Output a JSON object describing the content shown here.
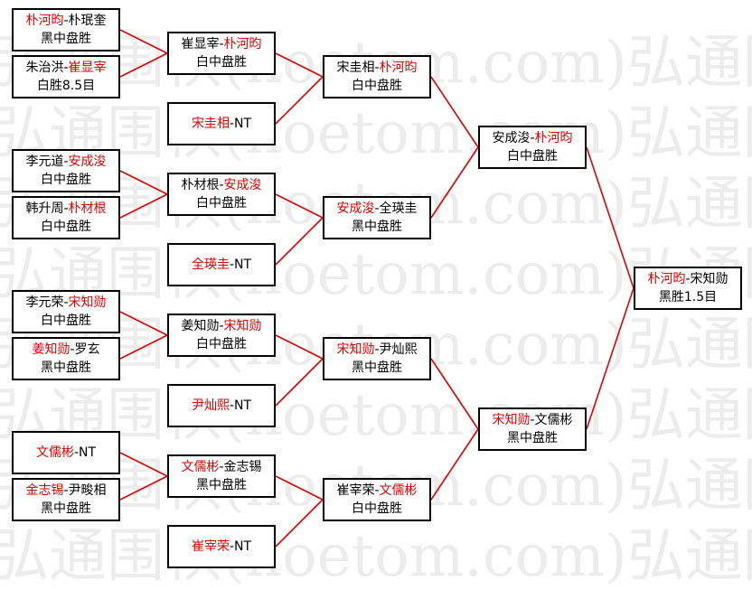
{
  "watermark": "弘通围棋(hoetom.com)弘通围棋(hoetom.com)弘通围棋",
  "matches": [
    {
      "p1": "朴河昀",
      "p2": "朴珉奎",
      "win": 1,
      "res": "黑中盘胜"
    },
    {
      "p1": "朱治洪",
      "p2": "崔显宰",
      "win": 2,
      "res": "白胜8.5目"
    },
    {
      "p1": "崔显宰",
      "p2": "朴河昀",
      "win": 2,
      "res": "白中盘胜"
    },
    {
      "p1": "宋圭相",
      "p2": "NT",
      "win": 1,
      "res": ""
    },
    {
      "p1": "宋圭相",
      "p2": "朴河昀",
      "win": 2,
      "res": "白中盘胜"
    },
    {
      "p1": "李元道",
      "p2": "安成浚",
      "win": 2,
      "res": "白中盘胜"
    },
    {
      "p1": "韩升周",
      "p2": "朴材根",
      "win": 2,
      "res": "白中盘胜"
    },
    {
      "p1": "朴材根",
      "p2": "安成浚",
      "win": 2,
      "res": "白中盘胜"
    },
    {
      "p1": "全瑛圭",
      "p2": "NT",
      "win": 1,
      "res": ""
    },
    {
      "p1": "安成浚",
      "p2": "全瑛圭",
      "win": 1,
      "res": "黑中盘胜"
    },
    {
      "p1": "安成浚",
      "p2": "朴河昀",
      "win": 2,
      "res": "白中盘胜"
    },
    {
      "p1": "李元荣",
      "p2": "宋知勋",
      "win": 2,
      "res": "白中盘胜"
    },
    {
      "p1": "姜知勋",
      "p2": "罗玄",
      "win": 1,
      "res": "黑中盘胜"
    },
    {
      "p1": "姜知勋",
      "p2": "宋知勋",
      "win": 2,
      "res": "白中盘胜"
    },
    {
      "p1": "尹灿熙",
      "p2": "NT",
      "win": 1,
      "res": ""
    },
    {
      "p1": "宋知勋",
      "p2": "尹灿熙",
      "win": 1,
      "res": "黑中盘胜"
    },
    {
      "p1": "文儒彬",
      "p2": "NT",
      "win": 1,
      "res": ""
    },
    {
      "p1": "金志锡",
      "p2": "尹畯相",
      "win": 1,
      "res": "黑中盘胜"
    },
    {
      "p1": "文儒彬",
      "p2": "金志锡",
      "win": 1,
      "res": "黑中盘胜"
    },
    {
      "p1": "崔宰荣",
      "p2": "NT",
      "win": 1,
      "res": ""
    },
    {
      "p1": "崔宰荣",
      "p2": "文儒彬",
      "win": 2,
      "res": "白中盘胜"
    },
    {
      "p1": "宋知勋",
      "p2": "文儒彬",
      "win": 1,
      "res": "黑中盘胜"
    },
    {
      "p1": "朴河昀",
      "p2": "宋知勋",
      "win": 1,
      "res": "黑胜1.5目"
    }
  ],
  "colors": {
    "line": "#e00000",
    "winner": "#e00000",
    "text": "#000000",
    "border": "#000000"
  }
}
